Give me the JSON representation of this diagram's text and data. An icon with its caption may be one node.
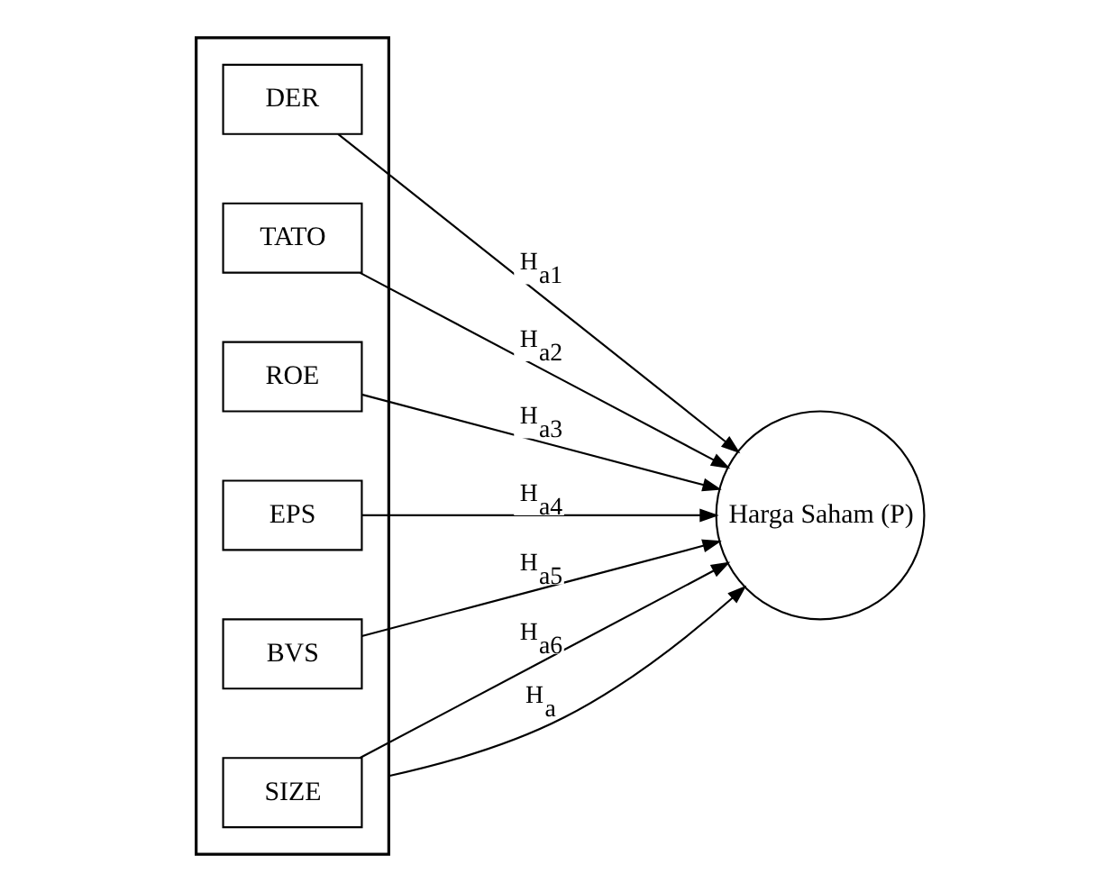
{
  "diagram": {
    "nodes": [
      {
        "text": [],
        "shape": "box"
      },
      {
        "text": [
          "DER"
        ],
        "in": 0
      },
      {
        "text": [
          "TATO"
        ],
        "in": 0
      },
      {
        "text": [
          "ROE"
        ],
        "in": 0
      },
      {
        "text": [
          "EPS"
        ],
        "in": 0
      },
      {
        "text": [
          "BVS"
        ],
        "in": 0
      },
      {
        "text": [
          "SIZE"
        ],
        "in": 0
      },
      {
        "text": [
          "Harga Saham (P)"
        ]
      }
    ],
    "edges": [
      {
        "from": 1,
        "to": 7,
        "arrow": "to",
        "label": "H$_{a1}$"
      },
      {
        "from": 2,
        "to": 7,
        "arrow": "to",
        "label": "H$_{a2}$"
      },
      {
        "from": 3,
        "to": 7,
        "arrow": "to",
        "label": "H$_{a3}$"
      },
      {
        "from": 4,
        "to": 7,
        "arrow": "to",
        "label": "H$_{a4}$"
      },
      {
        "from": 5,
        "to": 7,
        "arrow": "to",
        "label": "H$_{a5}$"
      },
      {
        "from": 6,
        "to": 7,
        "arrow": "to",
        "label": "H$_{a6}$"
      },
      {
        "from": 0,
        "to": 7,
        "arrow": "to",
        "label": "H$_{a}$"
      }
    ]
  }
}
